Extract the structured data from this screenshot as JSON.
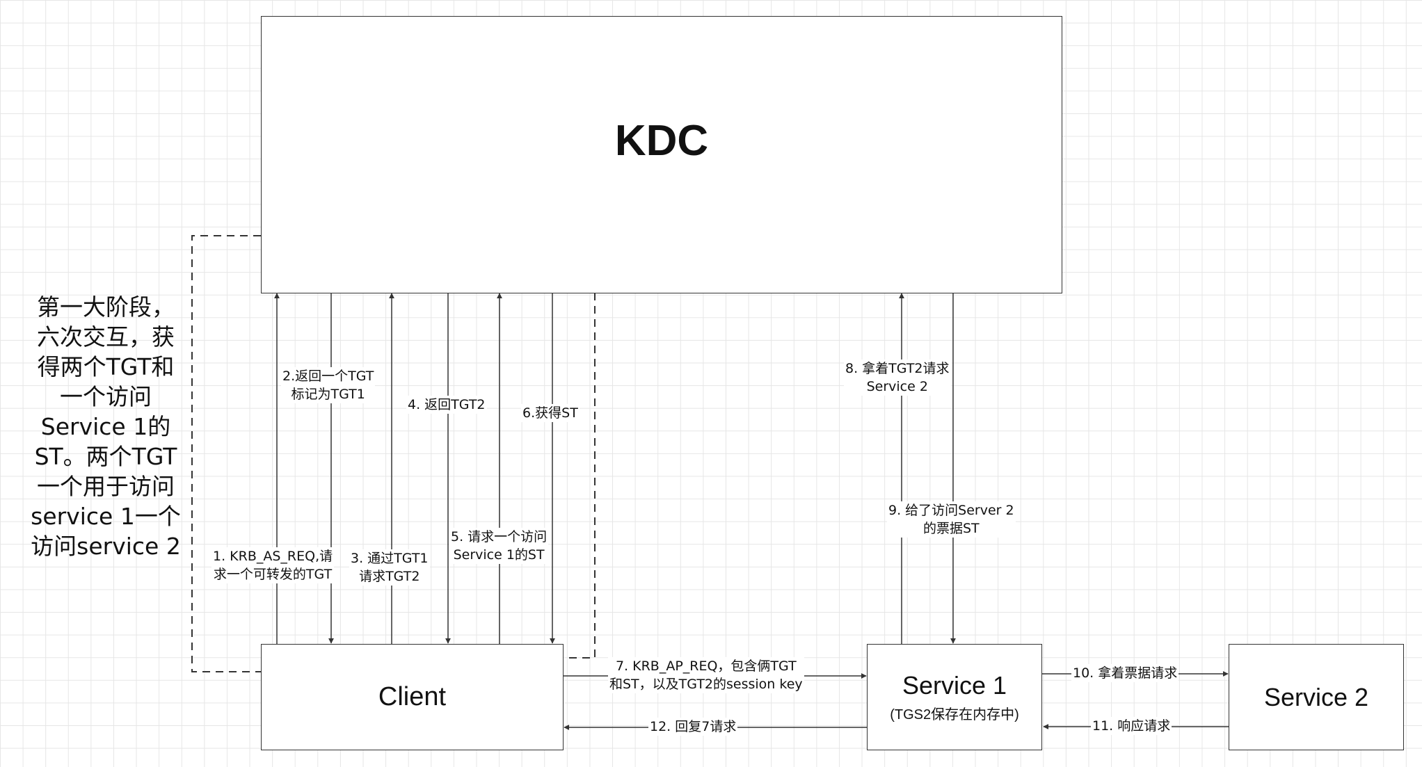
{
  "nodes": {
    "kdc": "KDC",
    "client": "Client",
    "service1": "Service 1",
    "service1_note": "(TGS2保存在内存中)",
    "service2": "Service 2"
  },
  "edges": {
    "e1": "1. KRB_AS_REQ,请\n求一个可转发的TGT",
    "e2": "2.返回一个TGT\n标记为TGT1",
    "e3": "3. 通过TGT1\n请求TGT2",
    "e4": "4. 返回TGT2",
    "e5": "5. 请求一个访问\nService 1的ST",
    "e6": "6.获得ST",
    "e7": "7. KRB_AP_REQ，包含俩TGT\n和ST，以及TGT2的session key",
    "e8": "8. 拿着TGT2请求\nService 2",
    "e9": "9. 给了访问Server 2\n的票据ST",
    "e10": "10. 拿着票据请求",
    "e11": "11. 响应请求",
    "e12": "12. 回复7请求"
  },
  "phase_note": "第一大阶段，六次交互，获得两个TGT和一个访问Service 1的ST。两个TGT一个用于访问service 1一个访问service 2"
}
